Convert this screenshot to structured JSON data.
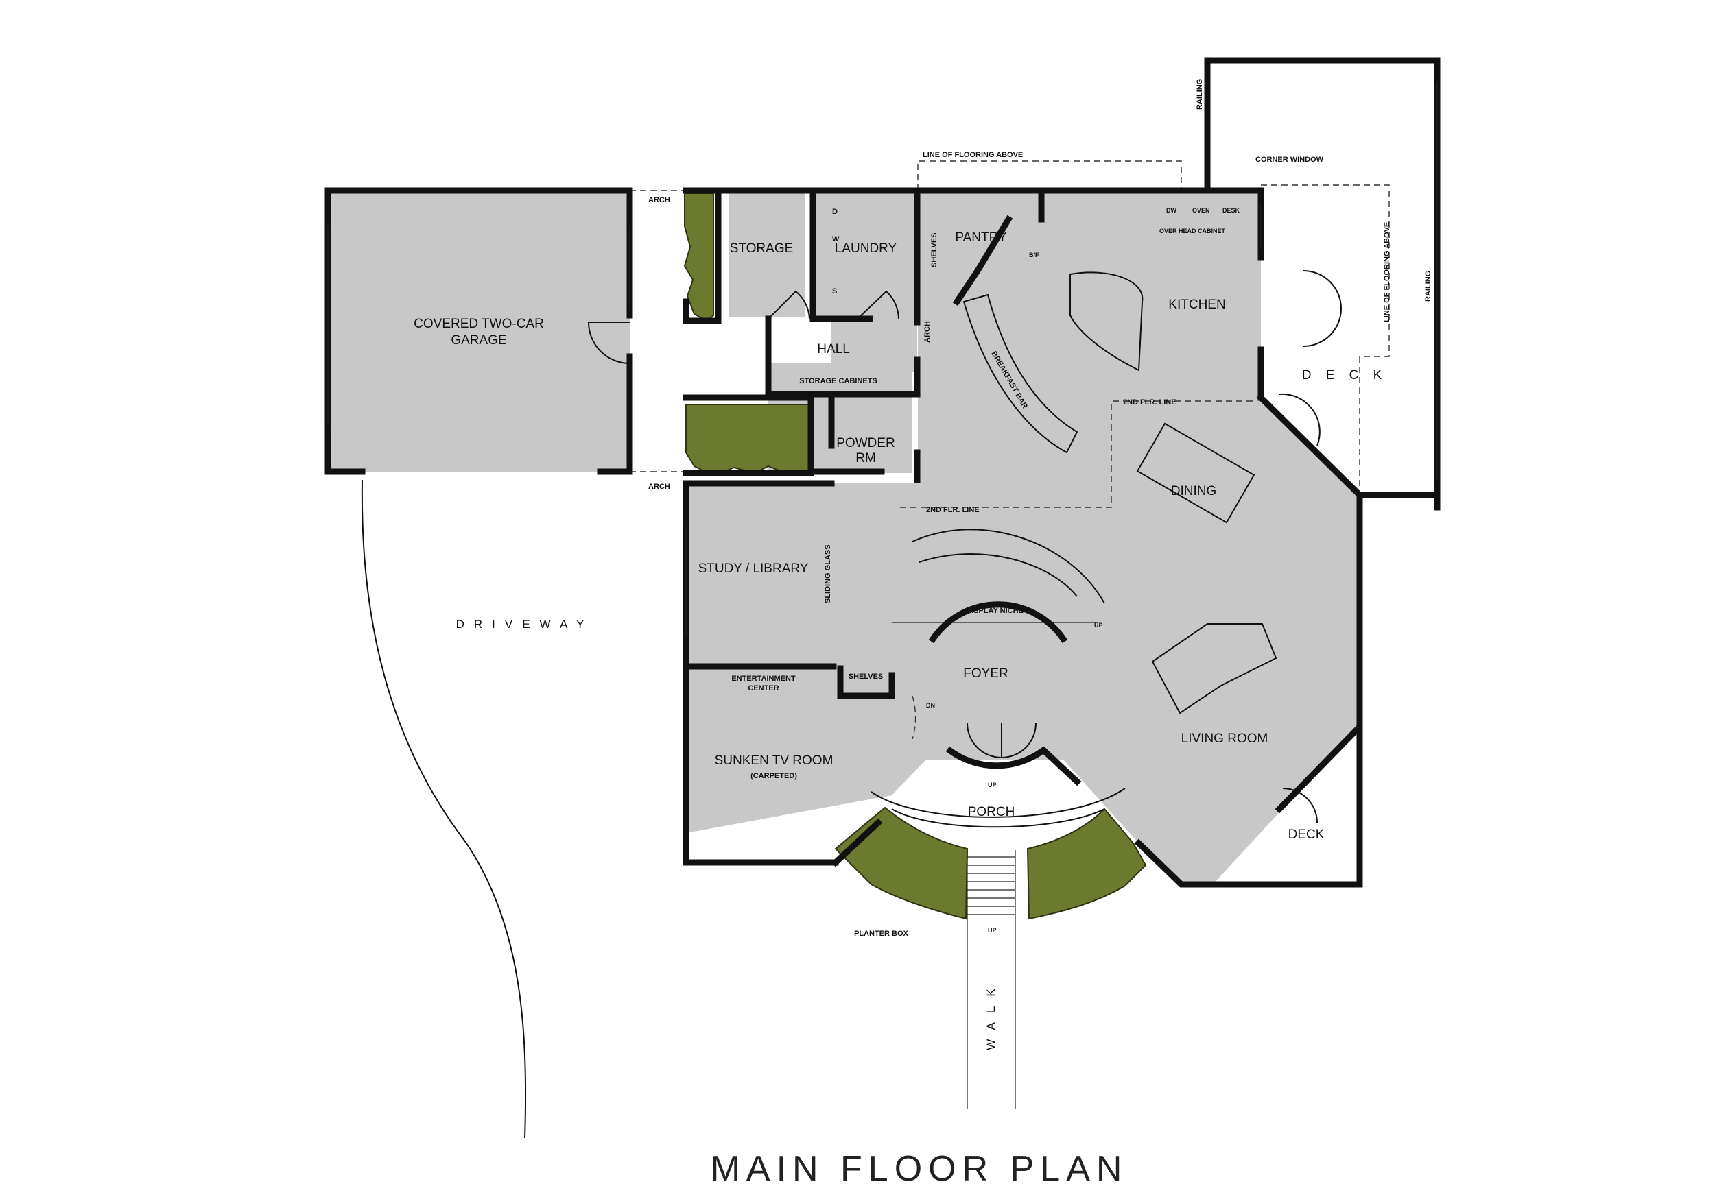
{
  "title": "MAIN FLOOR PLAN",
  "rooms": {
    "garage": [
      "COVERED TWO-CAR",
      "GARAGE"
    ],
    "storage": "STORAGE",
    "laundry": "LAUNDRY",
    "pantry": "PANTRY",
    "kitchen": "KITCHEN",
    "hall": "HALL",
    "powder": [
      "POWDER",
      "RM"
    ],
    "dining": "DINING",
    "study": "STUDY / LIBRARY",
    "foyer": "FOYER",
    "living": "LIVING ROOM",
    "tv_room": "SUNKEN TV ROOM",
    "tv_room_note": "(CARPETED)",
    "porch": "PORCH",
    "deck_small": "DECK",
    "deck_large": "D E C K"
  },
  "labels": {
    "arch": "ARCH",
    "shelves": "SHELVES",
    "storage_cabinets": "STORAGE CABINETS",
    "breakfast_bar": "BREAKFAST BAR",
    "line_flooring": "LINE OF FLOORING ABOVE",
    "second_flr": "2ND FLR. LINE",
    "corner_window": "CORNER WINDOW",
    "railing": "RAILING",
    "over_head": "OVER HEAD CABINET",
    "dw": "DW",
    "oven": "OVEN",
    "desk": "DESK",
    "bf": "B/F",
    "display_niche": "DISPLAY NICHE",
    "sliding_glass": "SLIDING GLASS",
    "entertainment": [
      "ENTERTAINMENT",
      "CENTER"
    ],
    "up": "UP",
    "dn": "DN",
    "planter_box": "PLANTER BOX",
    "washer": "W",
    "dryer": "D",
    "sink": "S"
  },
  "site": {
    "driveway": "DRIVEWAY",
    "walk": "WALK"
  },
  "colors": {
    "floor": "#c8c8c8",
    "wall": "#111111",
    "planter": "#6b7a2f"
  }
}
